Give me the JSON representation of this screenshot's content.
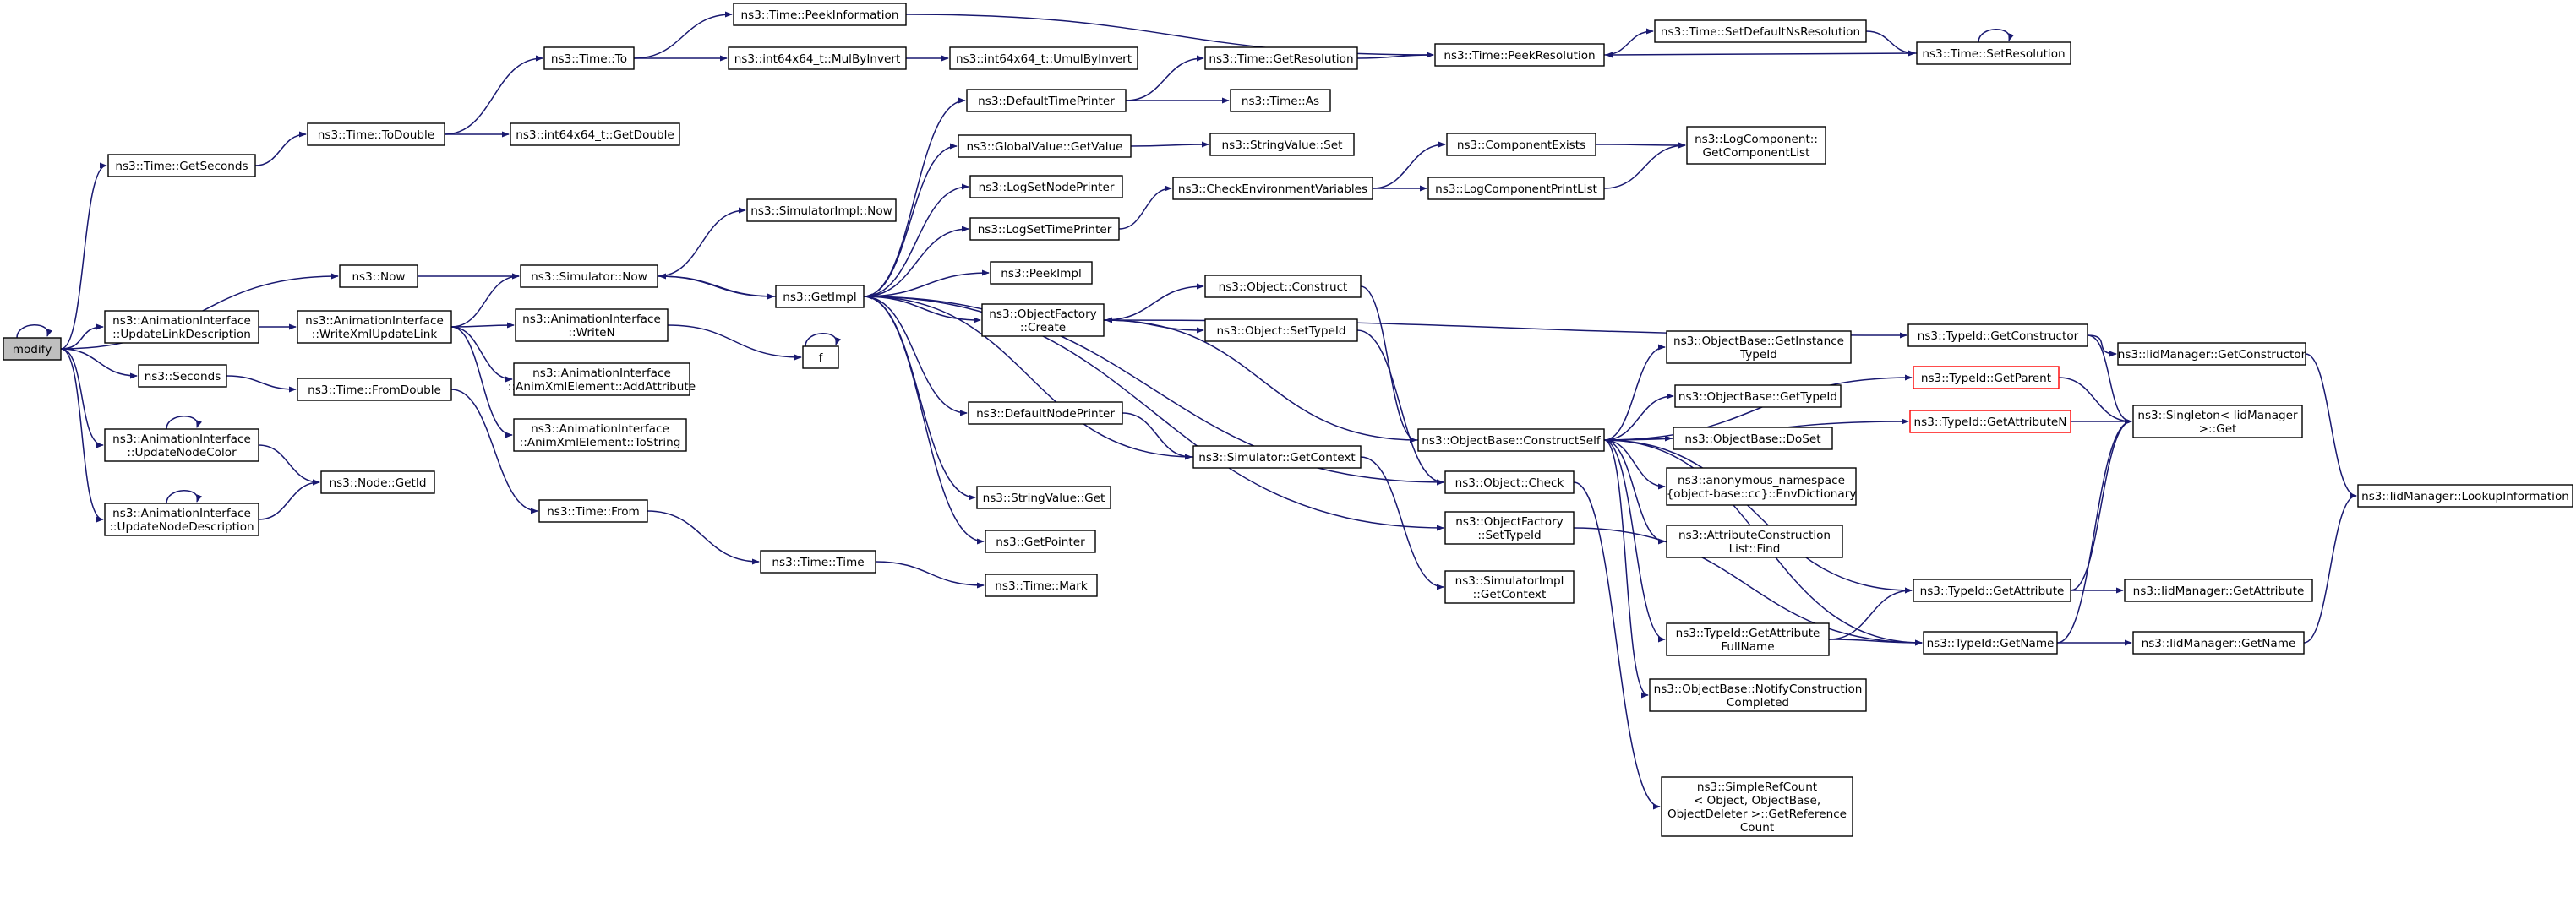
{
  "colors": {
    "edge": "#191970",
    "root_fill": "#bfbfbf",
    "node_border": "#000000",
    "missing_border": "#ff0000"
  },
  "nodes": {
    "modify": [
      "modify"
    ],
    "getSeconds": [
      "ns3::Time::GetSeconds"
    ],
    "now": [
      "ns3::Now"
    ],
    "updLink": [
      "ns3::AnimationInterface",
      "::UpdateLinkDescription"
    ],
    "seconds": [
      "ns3::Seconds"
    ],
    "updColor": [
      "ns3::AnimationInterface",
      "::UpdateNodeColor"
    ],
    "updDesc": [
      "ns3::AnimationInterface",
      "::UpdateNodeDescription"
    ],
    "toDouble": [
      "ns3::Time::ToDouble"
    ],
    "writeXml": [
      "ns3::AnimationInterface",
      "::WriteXmlUpdateLink"
    ],
    "fromDouble": [
      "ns3::Time::FromDouble"
    ],
    "getId": [
      "ns3::Node::GetId"
    ],
    "timeTo": [
      "ns3::Time::To"
    ],
    "simNow": [
      "ns3::Simulator::Now"
    ],
    "writeN": [
      "ns3::AnimationInterface",
      "::WriteN"
    ],
    "addAttr": [
      "ns3::AnimationInterface",
      "::AnimXmlElement::AddAttribute"
    ],
    "toString": [
      "ns3::AnimationInterface",
      "::AnimXmlElement::ToString"
    ],
    "timeFrom": [
      "ns3::Time::From"
    ],
    "getDouble": [
      "ns3::int64x64_t::GetDouble"
    ],
    "peekInfo": [
      "ns3::Time::PeekInformation"
    ],
    "mulByInv": [
      "ns3::int64x64_t::MulByInvert"
    ],
    "implNow": [
      "ns3::SimulatorImpl::Now"
    ],
    "getImpl": [
      "ns3::GetImpl"
    ],
    "f": [
      "f"
    ],
    "timeTime": [
      "ns3::Time::Time"
    ],
    "umul": [
      "ns3::int64x64_t::UmulByInvert"
    ],
    "defTime": [
      "ns3::DefaultTimePrinter"
    ],
    "gvGet": [
      "ns3::GlobalValue::GetValue"
    ],
    "logNode": [
      "ns3::LogSetNodePrinter"
    ],
    "logTime": [
      "ns3::LogSetTimePrinter"
    ],
    "peekImpl": [
      "ns3::PeekImpl"
    ],
    "ofCreate": [
      "ns3::ObjectFactory",
      "::Create"
    ],
    "defNode": [
      "ns3::DefaultNodePrinter"
    ],
    "strGet": [
      "ns3::StringValue::Get"
    ],
    "getPtr": [
      "ns3::GetPointer"
    ],
    "mark": [
      "ns3::Time::Mark"
    ],
    "getRes": [
      "ns3::Time::GetResolution"
    ],
    "timeAs": [
      "ns3::Time::As"
    ],
    "strSet": [
      "ns3::StringValue::Set"
    ],
    "checkEnv": [
      "ns3::CheckEnvironmentVariables"
    ],
    "objConstruct": [
      "ns3::Object::Construct"
    ],
    "objSetTid": [
      "ns3::Object::SetTypeId"
    ],
    "simCtx": [
      "ns3::Simulator::GetContext"
    ],
    "peekRes": [
      "ns3::Time::PeekResolution"
    ],
    "compExists": [
      "ns3::ComponentExists"
    ],
    "logPrint": [
      "ns3::LogComponentPrintList"
    ],
    "constructSelf": [
      "ns3::ObjectBase::ConstructSelf"
    ],
    "objCheck": [
      "ns3::Object::Check"
    ],
    "ofSetTid": [
      "ns3::ObjectFactory",
      "::SetTypeId"
    ],
    "implCtx": [
      "ns3::SimulatorImpl",
      "::GetContext"
    ],
    "setDefRes": [
      "ns3::Time::SetDefaultNsResolution"
    ],
    "compList": [
      "ns3::LogComponent::",
      "GetComponentList"
    ],
    "instTid": [
      "ns3::ObjectBase::GetInstance",
      "TypeId"
    ],
    "baseTid": [
      "ns3::ObjectBase::GetTypeId"
    ],
    "doSet": [
      "ns3::ObjectBase::DoSet"
    ],
    "envDict": [
      "ns3::anonymous_namespace",
      "{object-base::cc}::EnvDictionary"
    ],
    "acFind": [
      "ns3::AttributeConstruction",
      "List::Find"
    ],
    "attrFull": [
      "ns3::TypeId::GetAttribute",
      "FullName"
    ],
    "notify": [
      "ns3::ObjectBase::NotifyConstruction",
      "Completed"
    ],
    "refCount": [
      "ns3::SimpleRefCount",
      "< Object, ObjectBase,",
      " ObjectDeleter >::GetReference",
      "Count"
    ],
    "setRes": [
      "ns3::Time::SetResolution"
    ],
    "tidCtor": [
      "ns3::TypeId::GetConstructor"
    ],
    "tidParent": [
      "ns3::TypeId::GetParent"
    ],
    "tidAttrN": [
      "ns3::TypeId::GetAttributeN"
    ],
    "tidAttr": [
      "ns3::TypeId::GetAttribute"
    ],
    "tidName": [
      "ns3::TypeId::GetName"
    ],
    "iidCtor": [
      "ns3::IidManager::GetConstructor"
    ],
    "singleton": [
      "ns3::Singleton< IidManager",
      " >::Get"
    ],
    "iidAttr": [
      "ns3::IidManager::GetAttribute"
    ],
    "iidName": [
      "ns3::IidManager::GetName"
    ],
    "iidLookup": [
      "ns3::IidManager::LookupInformation"
    ]
  }
}
